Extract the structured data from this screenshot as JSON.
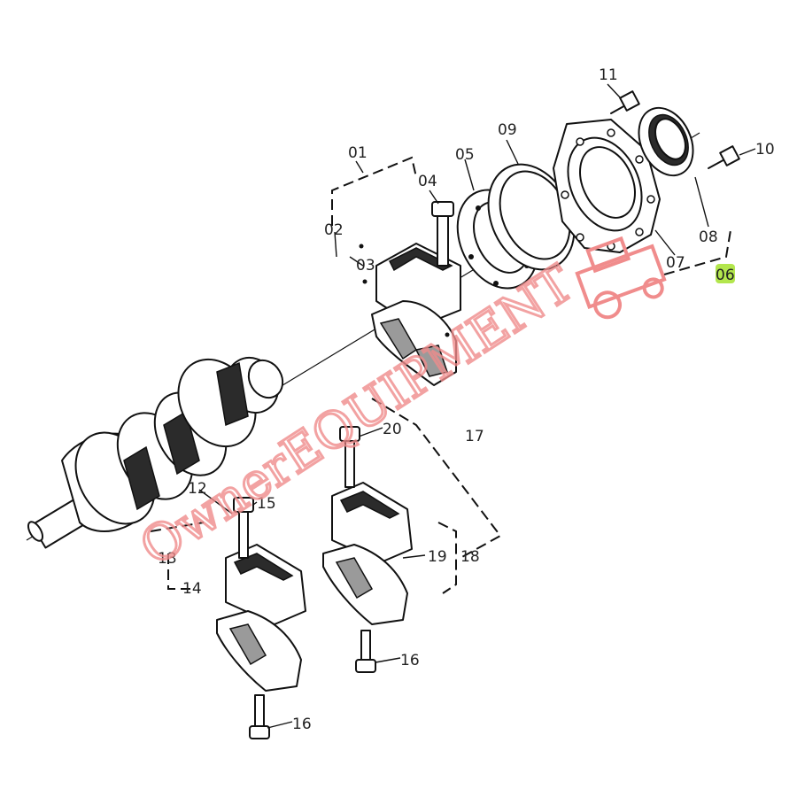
{
  "callouts": {
    "c01": "01",
    "c02": "02",
    "c03": "03",
    "c04": "04",
    "c05": "05",
    "c06": "06",
    "c07": "07",
    "c08": "08",
    "c09": "09",
    "c10": "10",
    "c11": "11",
    "c12": "12",
    "c13": "13",
    "c14": "14",
    "c15": "15",
    "c16a": "16",
    "c16b": "16",
    "c17": "17",
    "c18": "18",
    "c19": "19",
    "c20": "20"
  },
  "highlight_color": "#a6e22e",
  "watermark": {
    "text": "OwnerEQUIPMENT",
    "color": "#f08c8c"
  }
}
